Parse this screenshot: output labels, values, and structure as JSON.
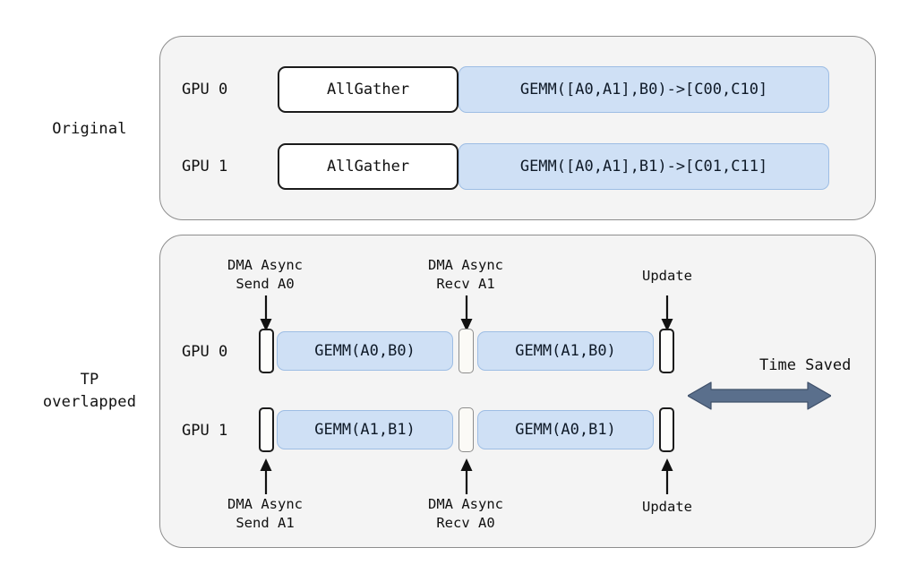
{
  "diagram": {
    "sections": [
      {
        "id": "original",
        "label": "Original",
        "rows": [
          {
            "gpu_label": "GPU 0",
            "blocks": [
              {
                "kind": "comm",
                "text": "AllGather"
              },
              {
                "kind": "compute",
                "text": "GEMM([A0,A1],B0)->[C00,C10]"
              }
            ]
          },
          {
            "gpu_label": "GPU 1",
            "blocks": [
              {
                "kind": "comm",
                "text": "AllGather"
              },
              {
                "kind": "compute",
                "text": "GEMM([A0,A1],B1)->[C01,C11]"
              }
            ]
          }
        ]
      },
      {
        "id": "overlapped",
        "label": "TP\noverlapped",
        "rows": [
          {
            "gpu_label": "GPU 0",
            "blocks": [
              {
                "kind": "dma",
                "text": ""
              },
              {
                "kind": "compute",
                "text": "GEMM(A0,B0)"
              },
              {
                "kind": "dma-grey",
                "text": ""
              },
              {
                "kind": "compute",
                "text": "GEMM(A1,B0)"
              },
              {
                "kind": "dma",
                "text": ""
              }
            ]
          },
          {
            "gpu_label": "GPU 1",
            "blocks": [
              {
                "kind": "dma",
                "text": ""
              },
              {
                "kind": "compute",
                "text": "GEMM(A1,B1)"
              },
              {
                "kind": "dma-grey",
                "text": ""
              },
              {
                "kind": "compute",
                "text": "GEMM(A0,B1)"
              },
              {
                "kind": "dma",
                "text": ""
              }
            ]
          }
        ],
        "annotations_top": [
          {
            "text": "DMA Async\nSend A0",
            "arrow": "down-arrow-icon"
          },
          {
            "text": "DMA Async\nRecv A1",
            "arrow": "down-arrow-icon"
          },
          {
            "text": "Update",
            "arrow": "down-arrow-icon"
          }
        ],
        "annotations_bottom": [
          {
            "text": "DMA Async\nSend A1",
            "arrow": "up-arrow-icon"
          },
          {
            "text": "DMA Async\nRecv A0",
            "arrow": "up-arrow-icon"
          },
          {
            "text": "Update",
            "arrow": "up-arrow-icon"
          }
        ],
        "time_saved": {
          "label": "Time Saved",
          "arrow": "double-headed-horizontal-arrow-icon"
        }
      }
    ]
  },
  "colors": {
    "panel_fill": "#f4f4f4",
    "panel_border": "#8d8d8d",
    "compute_fill": "#cfe0f5",
    "compute_border": "#9dbde4",
    "comm_fill": "#ffffff",
    "comm_border": "#1b1b1b",
    "time_saved_arrow": "#5a6f8c",
    "text": "#111111"
  }
}
